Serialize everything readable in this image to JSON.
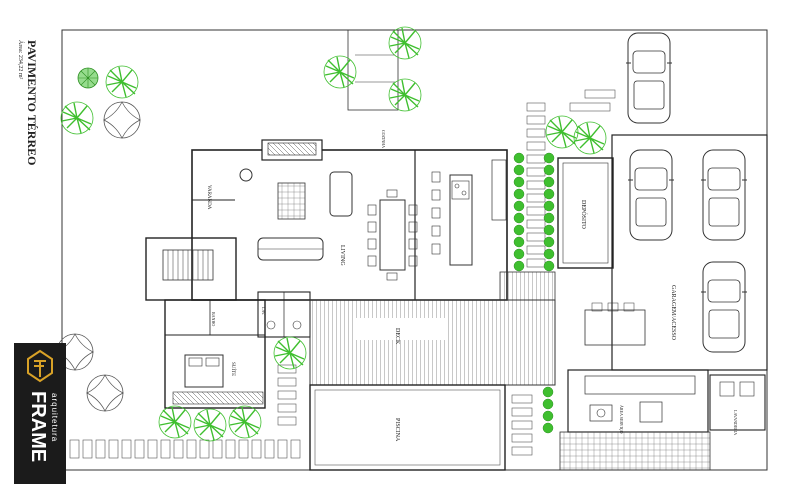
{
  "title": "PAVIMENTO TÉRREO",
  "subtitle": "Área: 234,22 m²",
  "rooms": {
    "varanda": "VARANDA",
    "living": "LIVING",
    "deposito": "DEPÓSITO",
    "garagem": "GARAGEM/ACESSO",
    "deck": "DECK",
    "piscina": "PISCINA",
    "suite": "SUÍTE",
    "banho": "BANHO",
    "lavanderia": "LAVANDERIA",
    "area_servico": "ÁREA SERVIÇO",
    "lav": "LAV.",
    "cozinha": "COZINHA"
  },
  "logo": {
    "brand": "FRAME",
    "tagline": "arquitetura"
  },
  "colors": {
    "tree": "#3fbf2f",
    "line": "#2a2a2a",
    "logo_bg": "#1b1b1b",
    "logo_gold": "#d9a227"
  }
}
